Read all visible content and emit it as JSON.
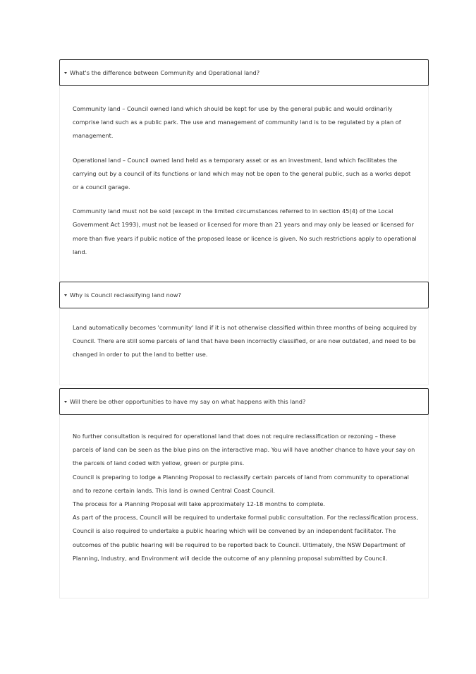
{
  "faq": [
    {
      "question": "What's the difference between Community and Operational land?",
      "paragraphs": [
        "Community land – Council owned land which should be kept for use by the general public and would ordinarily comprise land such as a public park. The use and management of community land is to be regulated by a plan of management.",
        "Operational land – Council owned land held as a temporary asset or as an investment, land which facilitates the carrying out by a council of its functions or land which may not be open to the general public, such as a works depot or a council garage.",
        "Community land must not be sold (except in the limited circumstances referred to in section 45(4) of the Local Government Act 1993), must not be leased or licensed for more than 21 years and may only be leased or licensed for more than five years if public notice of the proposed lease or licence is given. No such restrictions apply to operational land."
      ]
    },
    {
      "question": "Why is Council reclassifying land now?",
      "paragraphs": [
        "Land automatically becomes 'community' land if it is not otherwise classified within three months of being acquired by Council. There are still some parcels of land that have been incorrectly classified, or are now outdated, and need to be changed in order to put the land to better use."
      ]
    },
    {
      "question": "Will there be other opportunities to have my say on what happens with this land?",
      "paragraphs": [
        "No further consultation is required for operational land that does not require reclassification or rezoning – these parcels of land can be seen as the blue pins on the interactive map. You will have another chance to have your say on the parcels of land coded with yellow, green or purple pins.",
        "Council is preparing to lodge a Planning Proposal to reclassify certain parcels of land from community to operational and to rezone certain lands. This land is owned Central Coast Council.",
        "The process for a Planning Proposal will take approximately 12-18 months to complete.",
        "As part of the process, Council will be required to undertake formal public consultation. For the reclassification process, Council is also required to undertake a public hearing which will be convened by an independent facilitator. The outcomes of the public hearing will be required to be reported back to Council. Ultimately, the NSW Department of Planning, Industry, and Environment will decide the outcome of any planning proposal submitted by Council."
      ]
    }
  ]
}
